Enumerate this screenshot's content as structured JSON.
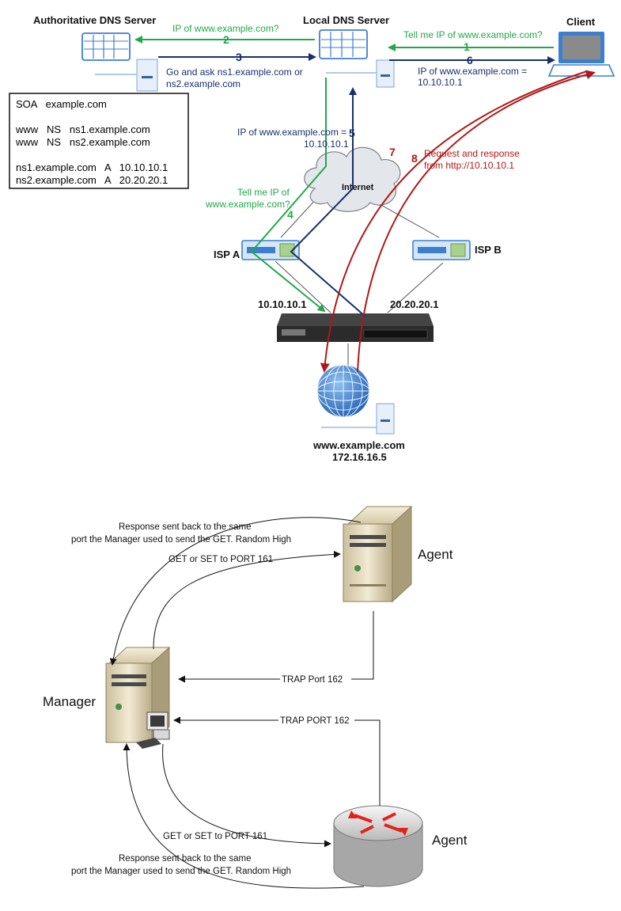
{
  "dns": {
    "nodes": {
      "auth_title": "Authoritative DNS Server",
      "local_title": "Local DNS Server",
      "client_title": "Client",
      "isp_a": "ISP A",
      "isp_b": "ISP B",
      "internet": "Internet",
      "ip_a": "10.10.10.1",
      "ip_b": "20.20.20.1",
      "site_name": "www.example.com",
      "site_ip": "172.16.16.5"
    },
    "steps": {
      "s1_num": "1",
      "s1_text": "Tell me IP of www.example.com?",
      "s2_num": "2",
      "s2_text": "IP of www.example.com?",
      "s3_num": "3",
      "s3_text_1": "Go and ask ns1.example.com or",
      "s3_text_2": "ns2.example.com",
      "s4_num": "4",
      "s4_text_1": "Tell me IP of",
      "s4_text_2": "www.example.com?",
      "s5_num": "5",
      "s5_text_1": "IP of www.example.com =",
      "s5_text_2": "10.10.10.1",
      "s6_num": "6",
      "s6_text_1": "IP of www.example.com =",
      "s6_text_2": "10.10.10.1",
      "s7_num": "7",
      "s8_num": "8",
      "s8_text_1": "Request and response",
      "s8_text_2": "from http://10.10.10.1"
    },
    "zone_records": [
      "SOA   example.com",
      "",
      "www   NS   ns1.example.com",
      "www   NS   ns2.example.com",
      "",
      "ns1.example.com   A   10.10.10.1",
      "ns2.example.com   A   20.20.20.1"
    ],
    "colors": {
      "query": "#22a84a",
      "answer": "#16306b",
      "http": "#b01818"
    }
  },
  "snmp": {
    "agent_top": "Agent",
    "manager": "Manager",
    "agent_bottom": "Agent",
    "resp_top_1": "Response sent back to the same",
    "resp_top_2": "port the Manager used to send the GET. Random High",
    "get_top": "GET or SET to PORT 161",
    "trap_top": "TRAP Port 162",
    "trap_bottom": "TRAP PORT 162",
    "get_bottom": "GET or SET to PORT 161",
    "resp_bottom_1": "Response sent back to the same",
    "resp_bottom_2": "port the Manager used to send the GET. Random High"
  }
}
